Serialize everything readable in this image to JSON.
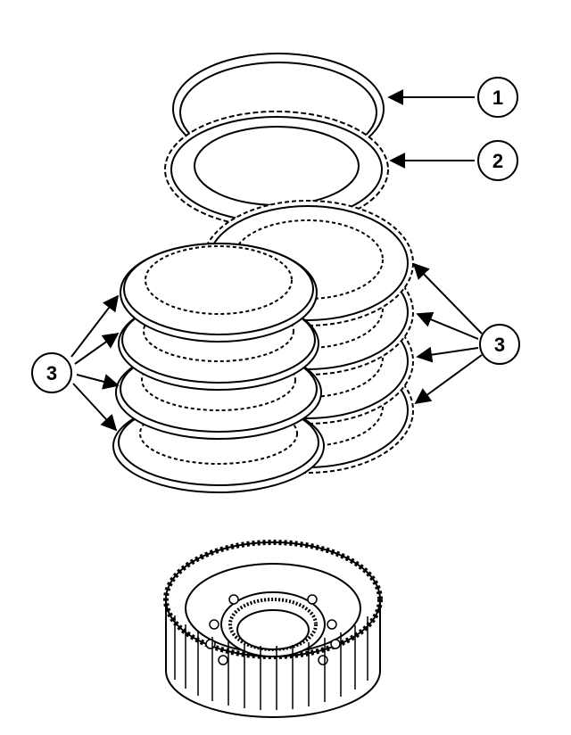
{
  "callouts": [
    {
      "id": "callout-1",
      "label": "1"
    },
    {
      "id": "callout-2",
      "label": "2"
    },
    {
      "id": "callout-3-left",
      "label": "3"
    },
    {
      "id": "callout-3-right",
      "label": "3"
    }
  ],
  "colors": {
    "line": "#000000",
    "background": "#ffffff"
  }
}
